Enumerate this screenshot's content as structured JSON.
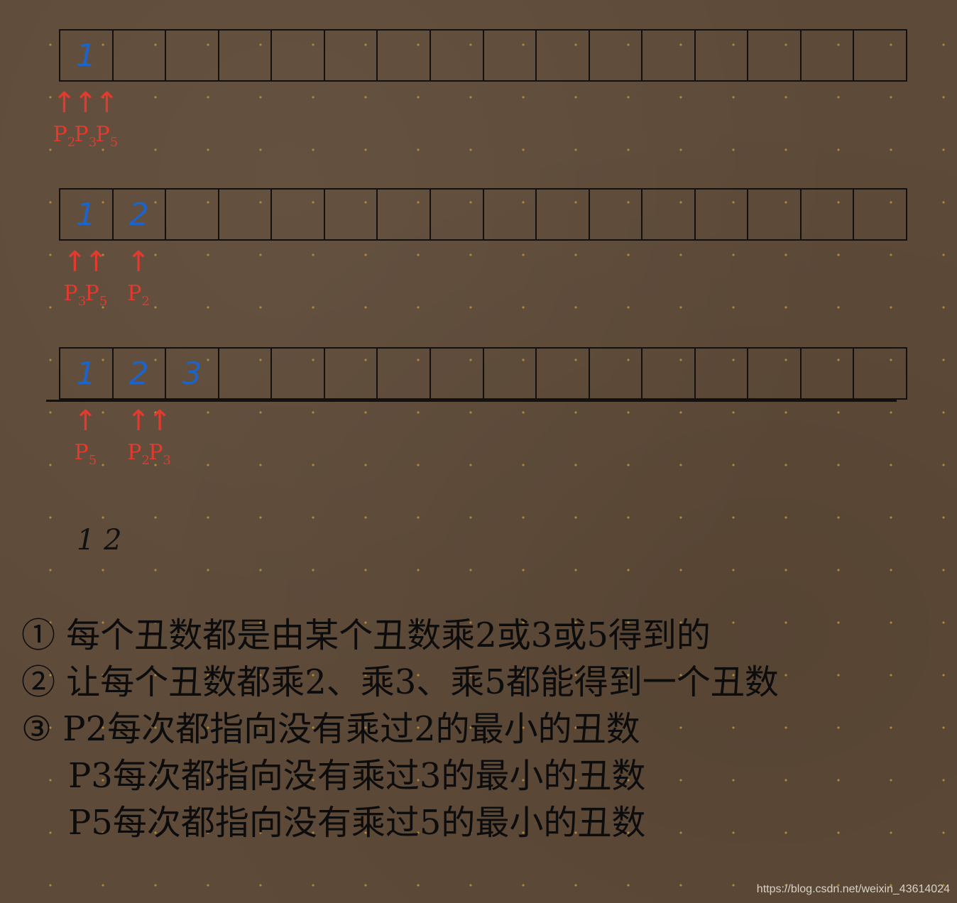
{
  "rows": [
    {
      "values": [
        "1",
        "",
        "",
        "",
        "",
        "",
        "",
        "",
        "",
        "",
        "",
        "",
        "",
        "",
        "",
        ""
      ],
      "pointers": [
        {
          "label": "P",
          "sub": "2",
          "cell": 0,
          "offset": -1
        },
        {
          "label": "P",
          "sub": "3",
          "cell": 0,
          "offset": 0
        },
        {
          "label": "P",
          "sub": "5",
          "cell": 0,
          "offset": 1
        }
      ]
    },
    {
      "values": [
        "1",
        "2",
        "",
        "",
        "",
        "",
        "",
        "",
        "",
        "",
        "",
        "",
        "",
        "",
        "",
        ""
      ],
      "pointers": [
        {
          "label": "P",
          "sub": "3",
          "cell": 0,
          "offset": -0.5
        },
        {
          "label": "P",
          "sub": "5",
          "cell": 0,
          "offset": 0.5
        },
        {
          "label": "P",
          "sub": "2",
          "cell": 1,
          "offset": 0
        }
      ]
    },
    {
      "values": [
        "1",
        "2",
        "3",
        "",
        "",
        "",
        "",
        "",
        "",
        "",
        "",
        "",
        "",
        "",
        "",
        ""
      ],
      "pointers": [
        {
          "label": "P",
          "sub": "5",
          "cell": 0,
          "offset": 0
        },
        {
          "label": "P",
          "sub": "2",
          "cell": 1,
          "offset": 0
        },
        {
          "label": "P",
          "sub": "3",
          "cell": 1,
          "offset": 1
        }
      ]
    }
  ],
  "arrow_glyph": "↑",
  "scratch_text": "1 2",
  "notes": [
    "① 每个丑数都是由某个丑数乘2或3或5得到的",
    "② 让每个丑数都乘2、乘3、乘5都能得到一个丑数",
    "③ P2每次都指向没有乘过2的最小的丑数",
    "P3每次都指向没有乘过3的最小的丑数",
    "P5每次都指向没有乘过5的最小的丑数"
  ],
  "watermark": "https://blog.csdn.net/weixin_43614024",
  "colors": {
    "value": "#1e63c6",
    "pointer": "#e23a2e",
    "ink": "#111111"
  }
}
